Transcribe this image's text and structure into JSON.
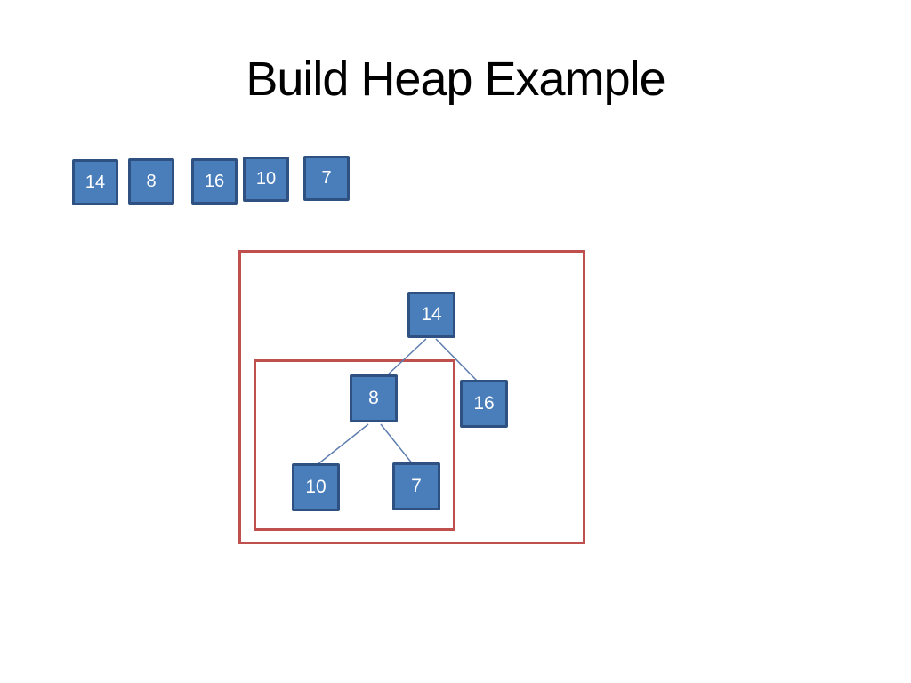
{
  "title": "Build Heap Example",
  "array_boxes": [
    {
      "value": "14"
    },
    {
      "value": "8"
    },
    {
      "value": "16"
    },
    {
      "value": "10"
    },
    {
      "value": "7"
    }
  ],
  "tree": {
    "nodes": [
      {
        "name": "root",
        "value": "14"
      },
      {
        "name": "left-child",
        "value": "8"
      },
      {
        "name": "right-child",
        "value": "16"
      },
      {
        "name": "left-left-grandchild",
        "value": "10"
      },
      {
        "name": "left-right-grandchild",
        "value": "7"
      }
    ],
    "edges": [
      {
        "from": "14",
        "to": "8"
      },
      {
        "from": "14",
        "to": "16"
      },
      {
        "from": "8",
        "to": "10"
      },
      {
        "from": "8",
        "to": "7"
      }
    ],
    "highlights": [
      {
        "name": "outer-subtree-highlight",
        "encloses": "14,8,16,10,7"
      },
      {
        "name": "inner-subtree-highlight",
        "encloses": "8,10,7"
      }
    ]
  },
  "colors": {
    "background": "#ffffff",
    "title_text": "#000000",
    "node_fill": "#4a7ebb",
    "node_border": "#2e5181",
    "node_text": "#ffffff",
    "highlight_red": "#c0504d",
    "edge_line": "#5e7dae"
  }
}
